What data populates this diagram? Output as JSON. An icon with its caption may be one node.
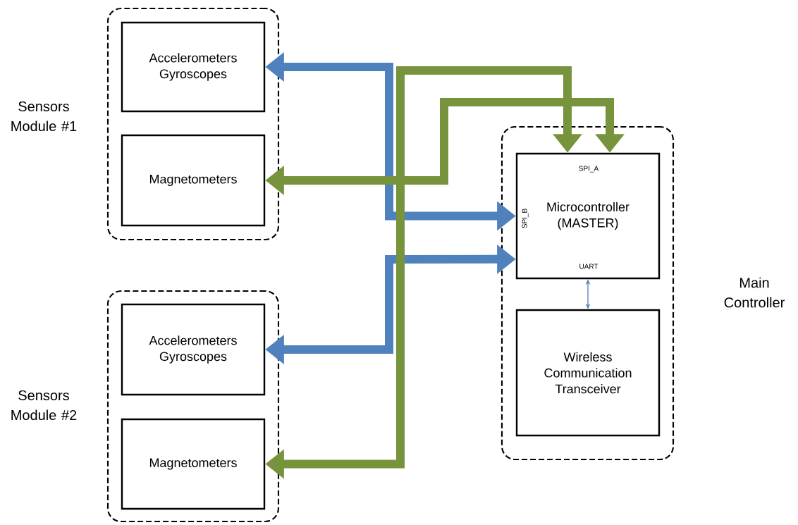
{
  "diagram": {
    "nodes": [
      {
        "text": [
          "Sensors Module #1"
        ]
      },
      {
        "text": [
          "Accelerometers Gyroscopes"
        ],
        "in": 0
      },
      {
        "text": [
          "Magnetometers"
        ],
        "in": 0
      },
      {
        "text": [
          "Sensors Module #2"
        ]
      },
      {
        "text": [
          "Accelerometers Gyroscopes"
        ],
        "in": 3
      },
      {
        "text": [
          "Magnetometers"
        ],
        "in": 3
      },
      {
        "text": [
          "Main Controller"
        ]
      },
      {
        "text": [
          "SPI_A",
          "Microcontroller (MASTER)",
          "SPI_B",
          "UART"
        ],
        "in": 6
      },
      {
        "text": [
          "Wireless Communication Transceiver"
        ],
        "in": 6
      }
    ],
    "edges": [
      {
        "from": 7,
        "to": 1,
        "arrow": "both",
        "color": "#4f81bd"
      },
      {
        "from": 7,
        "to": 4,
        "arrow": "both",
        "color": "#4f81bd"
      },
      {
        "from": 2,
        "to": 7,
        "arrow": "both",
        "color": "#77933c"
      },
      {
        "from": 5,
        "to": 7,
        "arrow": "both",
        "color": "#77933c"
      },
      {
        "from": 7,
        "to": 8,
        "arrow": "both",
        "color": "#4f81bd"
      }
    ]
  }
}
